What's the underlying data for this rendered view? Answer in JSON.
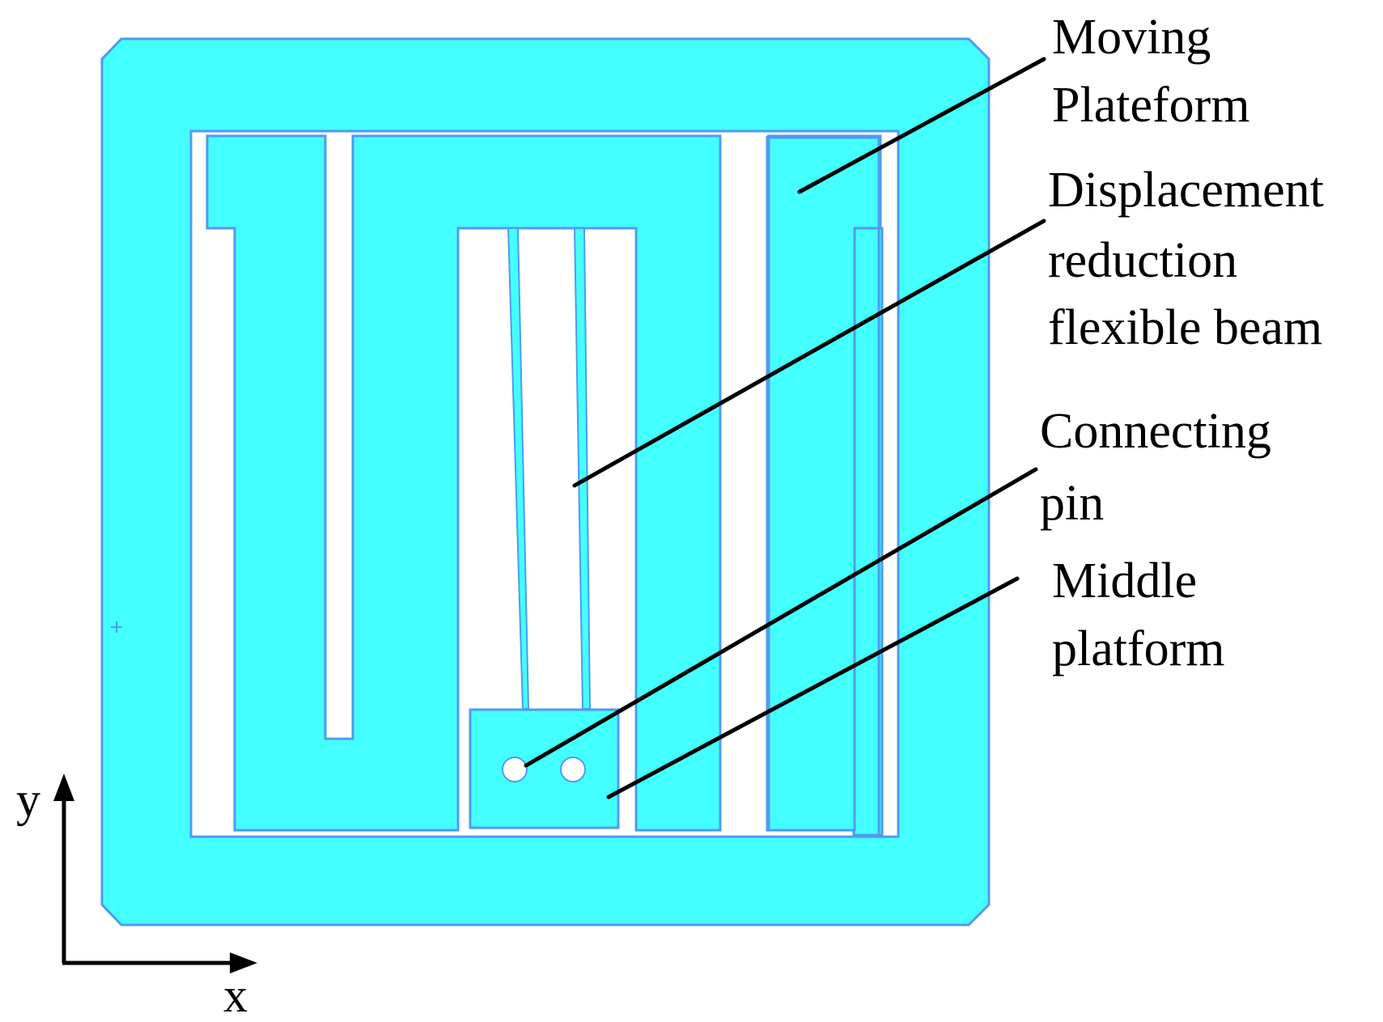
{
  "colors": {
    "material": "#44FFFF",
    "edge": "#4F9AF0",
    "background": "#FFFFFF",
    "ink": "#000000"
  },
  "labels": {
    "moving_platform": [
      "Moving",
      "Plateform"
    ],
    "displacement_beam": [
      "Displacement",
      "reduction",
      "flexible beam"
    ],
    "connecting_pin": [
      "Connecting",
      "pin"
    ],
    "middle_platform": [
      "Middle",
      "platform"
    ]
  },
  "axes": {
    "x_label": "x",
    "y_label": "y"
  }
}
